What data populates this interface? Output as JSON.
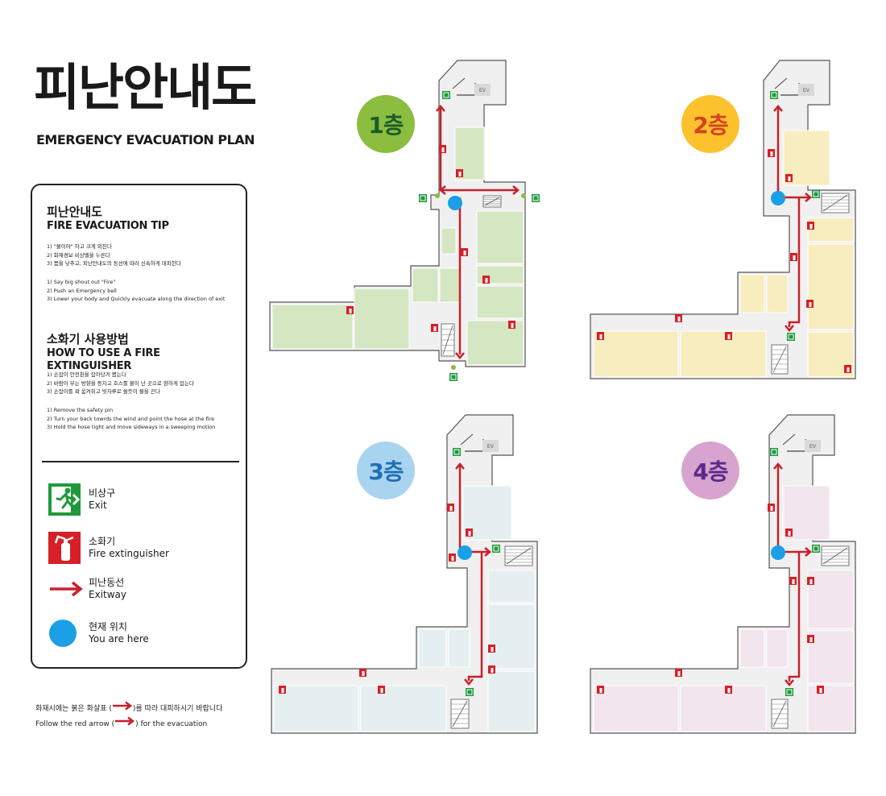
{
  "header": {
    "title": "피난안내도",
    "subtitle": "EMERGENCY EVACUATION PLAN"
  },
  "tips": {
    "heading_ko": "피난안내도",
    "heading_en": "FIRE EVACUATION TIP",
    "steps_ko": [
      "1) \"불이야\" 하고 크게 외친다",
      "2) 화재경보 비상벨을 누른다",
      "3) 몸을 낮추고, 피난안내도의 동선에 따라 신속하게 대피한다"
    ],
    "steps_en": [
      "1) Say big shout out \"Fire\"",
      "2) Push an Emergency bell",
      "3) Lower your body and Quickly evacuate along the direction of exit"
    ]
  },
  "extinguisher": {
    "heading_ko": "소화기 사용방법",
    "heading_en": "HOW TO USE A FIRE EXTINGUISHER",
    "steps_ko": [
      "1) 손잡이 안전핀을 잡아당겨 뽑는다",
      "2) 바람이 부는 방향을 등지고 호스를 불이 난 곳으로 향하게 잡는다",
      "3) 손잡이를 꽉 움켜쥐고 빗자루로 쓸듯이 불을 끈다"
    ],
    "steps_en": [
      "1) Remove the safety pin",
      "2) Turn your back towrds the wind and point the hose at the fire",
      "3) Hold the hose tight and move sideways in a sweeping motion"
    ]
  },
  "legend": [
    {
      "ko": "비상구",
      "en": "Exit",
      "icon": "exit-icon"
    },
    {
      "ko": "소화기",
      "en": "Fire extinguisher",
      "icon": "extinguisher-icon"
    },
    {
      "ko": "피난동선",
      "en": "Exitway",
      "icon": "arrow-icon"
    },
    {
      "ko": "현재 위치",
      "en": "You are here",
      "icon": "location-dot-icon"
    }
  ],
  "footer": {
    "line_ko_a": "화재시에는 붉은 화살표 (",
    "line_ko_b": ")를 따라 대피하시기 바랍니다",
    "line_en_a": "Follow the red arrow (",
    "line_en_b": ") for the evacuation"
  },
  "floors": [
    {
      "label": "1층",
      "color": "#8bbd3f",
      "text_color": "#1a5c2a",
      "room_color": "#d5e6c2"
    },
    {
      "label": "2층",
      "color": "#fcc22d",
      "text_color": "#d6421f",
      "room_color": "#f8edbf"
    },
    {
      "label": "3층",
      "color": "#a9d4ef",
      "text_color": "#1f6fb5",
      "room_color": "#e5eff2"
    },
    {
      "label": "4층",
      "color": "#d7a4cf",
      "text_color": "#5a2a88",
      "room_color": "#f2e5ee"
    }
  ],
  "ev_label": "EV",
  "colors": {
    "exit_green": "#1e9a3a",
    "fire_red": "#d71f26",
    "arrow_red": "#c8202b",
    "here_blue": "#1b9fe6"
  }
}
